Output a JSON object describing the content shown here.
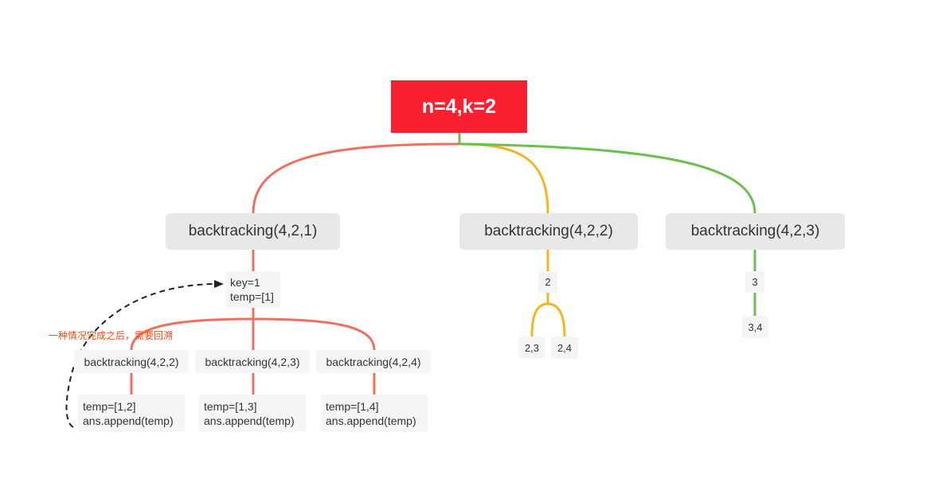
{
  "root": {
    "label": "n=4,k=2"
  },
  "branches": {
    "b1": {
      "label": "backtracking(4,2,1)",
      "state": "key=1\ntemp=[1]",
      "children": [
        {
          "label": "backtracking(4,2,2)",
          "result": "temp=[1,2]\nans.append(temp)"
        },
        {
          "label": "backtracking(4,2,3)",
          "result": "temp=[1,3]\nans.append(temp)"
        },
        {
          "label": "backtracking(4,2,4)",
          "result": "temp=[1,4]\nans.append(temp)"
        }
      ]
    },
    "b2": {
      "label": "backtracking(4,2,2)",
      "state": "2",
      "children": [
        {
          "label": "2,3"
        },
        {
          "label": "2,4"
        }
      ]
    },
    "b3": {
      "label": "backtracking(4,2,3)",
      "state": "3",
      "children": [
        {
          "label": "3,4"
        }
      ]
    }
  },
  "annotation": {
    "text": "一种情况完成之后，需要回溯"
  },
  "colors": {
    "root_fill": "#f92030",
    "branch1_line": "#f07060",
    "branch2_line": "#f5b51e",
    "branch3_line": "#6cbf50",
    "annotation_text": "#e8501c",
    "node_fill": "#e8e8e8",
    "leaf_fill": "#f5f5f5"
  }
}
